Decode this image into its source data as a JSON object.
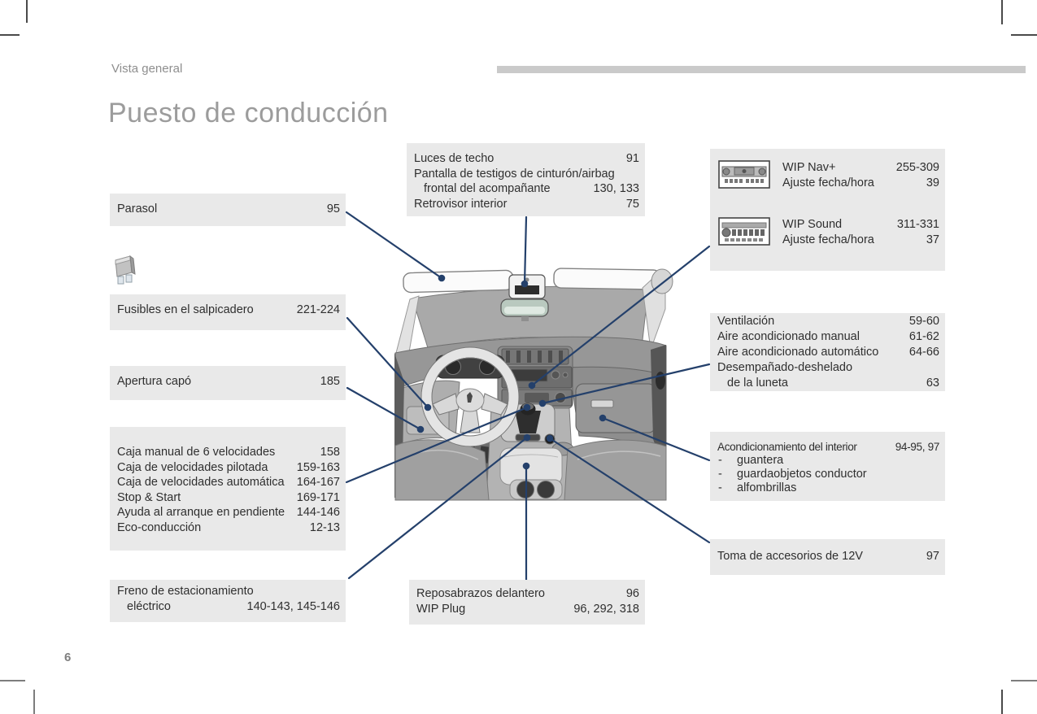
{
  "page": {
    "section_label": "Vista general",
    "title": "Puesto de conducción",
    "page_number": "6"
  },
  "colors": {
    "callout_line": "#24406b",
    "box_background": "#e9e9e9",
    "header_bar": "#cacaca"
  },
  "icons": {
    "fuse": "blade-fuse-icon",
    "radio_nav": "car-radio-nav-icon",
    "radio_sound": "car-radio-sound-icon",
    "illustration": "dashboard-illustration"
  },
  "boxes": {
    "parasol": {
      "rows": [
        {
          "label": "Parasol",
          "value": "95"
        }
      ]
    },
    "fusibles": {
      "rows": [
        {
          "label": "Fusibles en el salpicadero",
          "value": "221-224"
        }
      ]
    },
    "apertura": {
      "rows": [
        {
          "label": "Apertura capó",
          "value": "185"
        }
      ]
    },
    "caja": {
      "rows": [
        {
          "label": "Caja manual de 6 velocidades",
          "value": "158"
        },
        {
          "label": "Caja de velocidades pilotada",
          "value": "159-163"
        },
        {
          "label": "Caja de velocidades automática",
          "value": "164-167"
        },
        {
          "label": "Stop & Start",
          "value": "169-171"
        },
        {
          "label": "Ayuda al arranque en pendiente",
          "value": "144-146"
        },
        {
          "label": "Eco-conducción",
          "value": "12-13"
        }
      ]
    },
    "freno": {
      "rows": [
        {
          "label": "Freno de estacionamiento",
          "value": ""
        },
        {
          "label": "eléctrico",
          "value": "140-143, 145-146"
        }
      ]
    },
    "techo": {
      "rows": [
        {
          "label": "Luces de techo",
          "value": "91"
        },
        {
          "label": "Pantalla de testigos de cinturón/airbag",
          "value": ""
        },
        {
          "label": "frontal del acompañante",
          "value": "130, 133"
        },
        {
          "label": "Retrovisor interior",
          "value": "75"
        }
      ]
    },
    "reposabrazos": {
      "rows": [
        {
          "label": "Reposabrazos delantero",
          "value": "96"
        },
        {
          "label": "WIP Plug",
          "value": "96, 292, 318"
        }
      ]
    },
    "wip": {
      "units": [
        {
          "name": "WIP Nav+",
          "pages": "255-309",
          "setting": "Ajuste fecha/hora",
          "setting_pages": "39"
        },
        {
          "name": "WIP Sound",
          "pages": "311-331",
          "setting": "Ajuste fecha/hora",
          "setting_pages": "37"
        }
      ]
    },
    "ventilacion": {
      "rows": [
        {
          "label": "Ventilación",
          "value": "59-60"
        },
        {
          "label": "Aire acondicionado manual",
          "value": "61-62"
        },
        {
          "label": "Aire acondicionado automático",
          "value": "64-66"
        },
        {
          "label": "Desempañado-deshelado",
          "value": ""
        },
        {
          "label": "de la luneta",
          "value": "63"
        }
      ]
    },
    "acondicionamiento": {
      "rows": [
        {
          "label": "Acondicionamiento del interior",
          "value": "94-95, 97"
        },
        {
          "bullet": "-",
          "label": "guantera"
        },
        {
          "bullet": "-",
          "label": "guardaobjetos conductor"
        },
        {
          "bullet": "-",
          "label": "alfombrillas"
        }
      ]
    },
    "toma": {
      "rows": [
        {
          "label": "Toma de accesorios de 12V",
          "value": "97"
        }
      ]
    }
  }
}
